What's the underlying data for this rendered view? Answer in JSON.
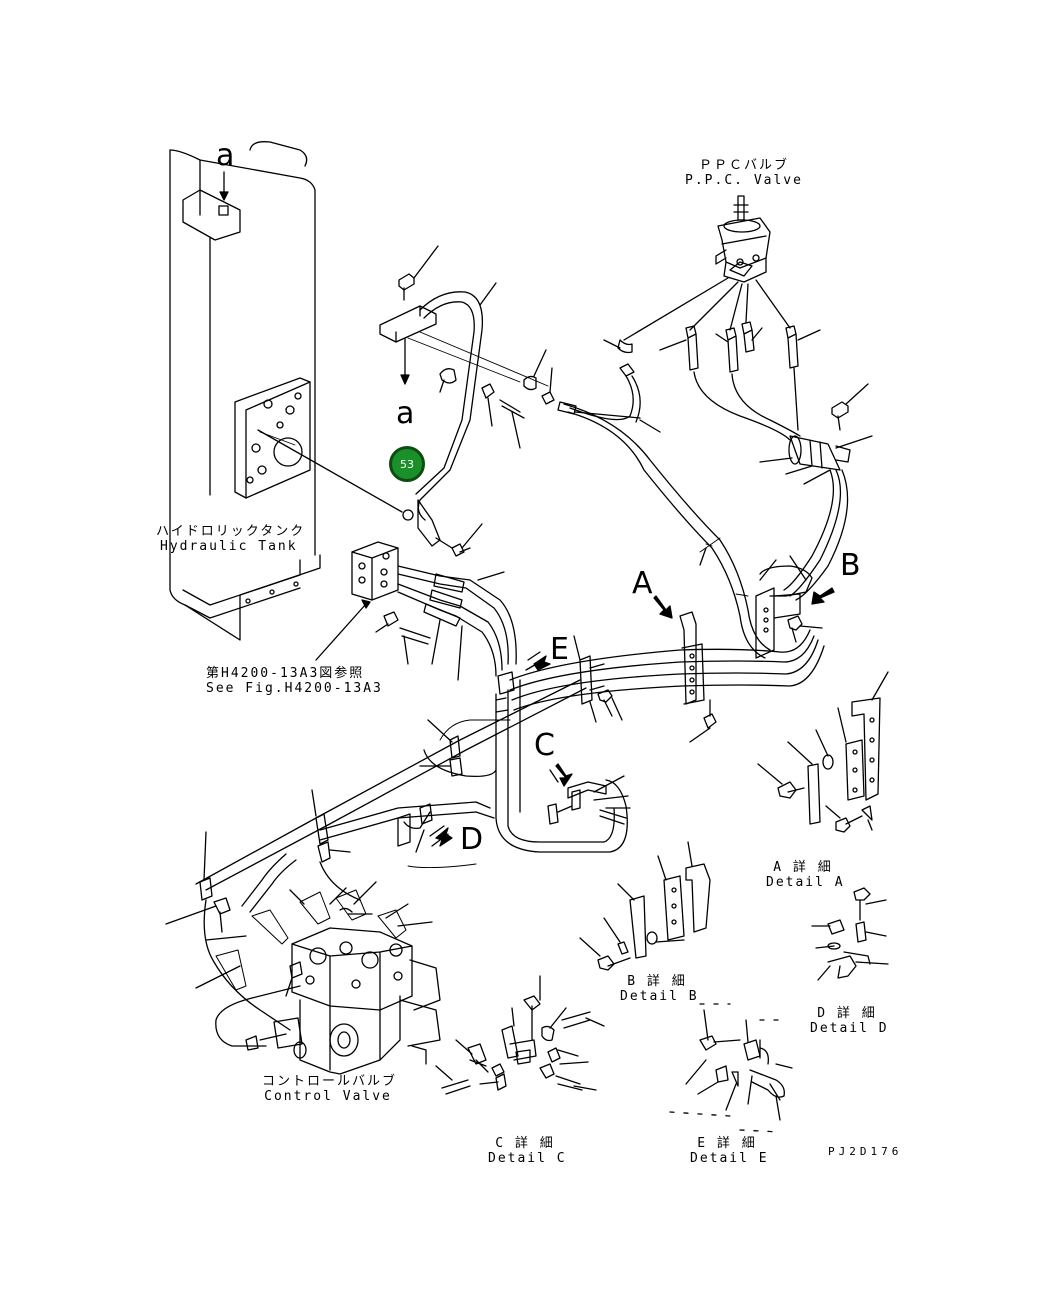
{
  "tank_label": {
    "ja": "ハイドロリックタンク",
    "en": "Hydraulic Tank"
  },
  "ppc_label": {
    "ja": "ＰＰＣバルブ",
    "en": "P.P.C. Valve"
  },
  "control_valve_label": {
    "ja": "コントロールバルブ",
    "en": "Control Valve"
  },
  "ref_label": {
    "ja": "第H4200-13A3図参照",
    "en": "See Fig.H4200-13A3"
  },
  "view_letters": {
    "a_top": "a",
    "a_mid": "a",
    "A": "A",
    "B": "B",
    "C": "C",
    "D": "D",
    "E": "E"
  },
  "details": {
    "A": {
      "ja": "A 詳 細",
      "en": "Detail A"
    },
    "B": {
      "ja": "B 詳 細",
      "en": "Detail B"
    },
    "C": {
      "ja": "C 詳 細",
      "en": "Detail C"
    },
    "D": {
      "ja": "D 詳 細",
      "en": "Detail D"
    },
    "E": {
      "ja": "E 詳 細",
      "en": "Detail E"
    }
  },
  "drawing_code": "PJ2D176",
  "hotspot": {
    "number": "53",
    "color": "#1a8f2a"
  },
  "line_color": "#000000"
}
